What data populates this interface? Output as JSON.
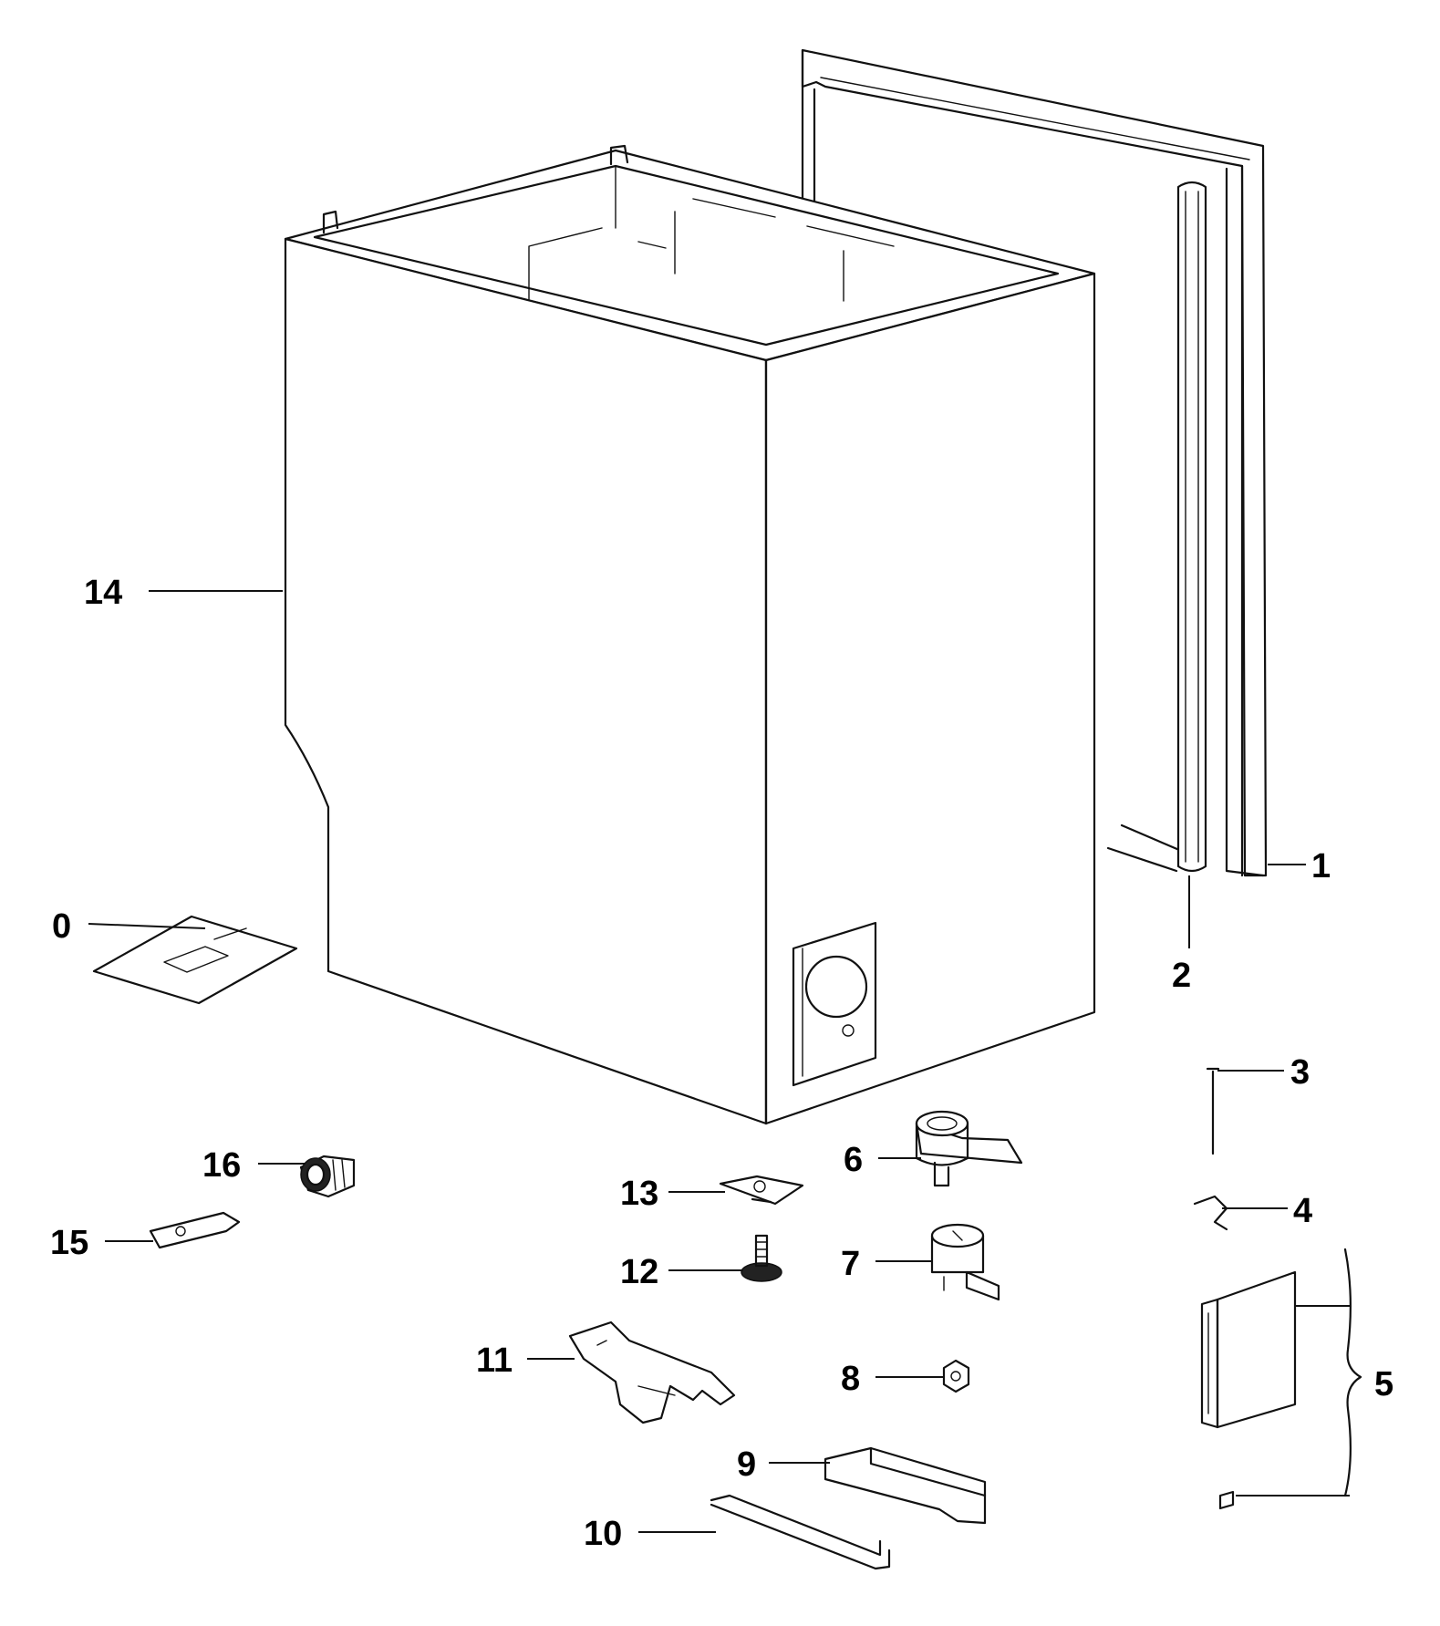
{
  "callouts": {
    "c0": "0",
    "c1": "1",
    "c2": "2",
    "c3": "3",
    "c4": "4",
    "c5": "5",
    "c6": "6",
    "c7": "7",
    "c8": "8",
    "c9": "9",
    "c10": "10",
    "c11": "11",
    "c12": "12",
    "c13": "13",
    "c14": "14",
    "c15": "15",
    "c16": "16"
  }
}
